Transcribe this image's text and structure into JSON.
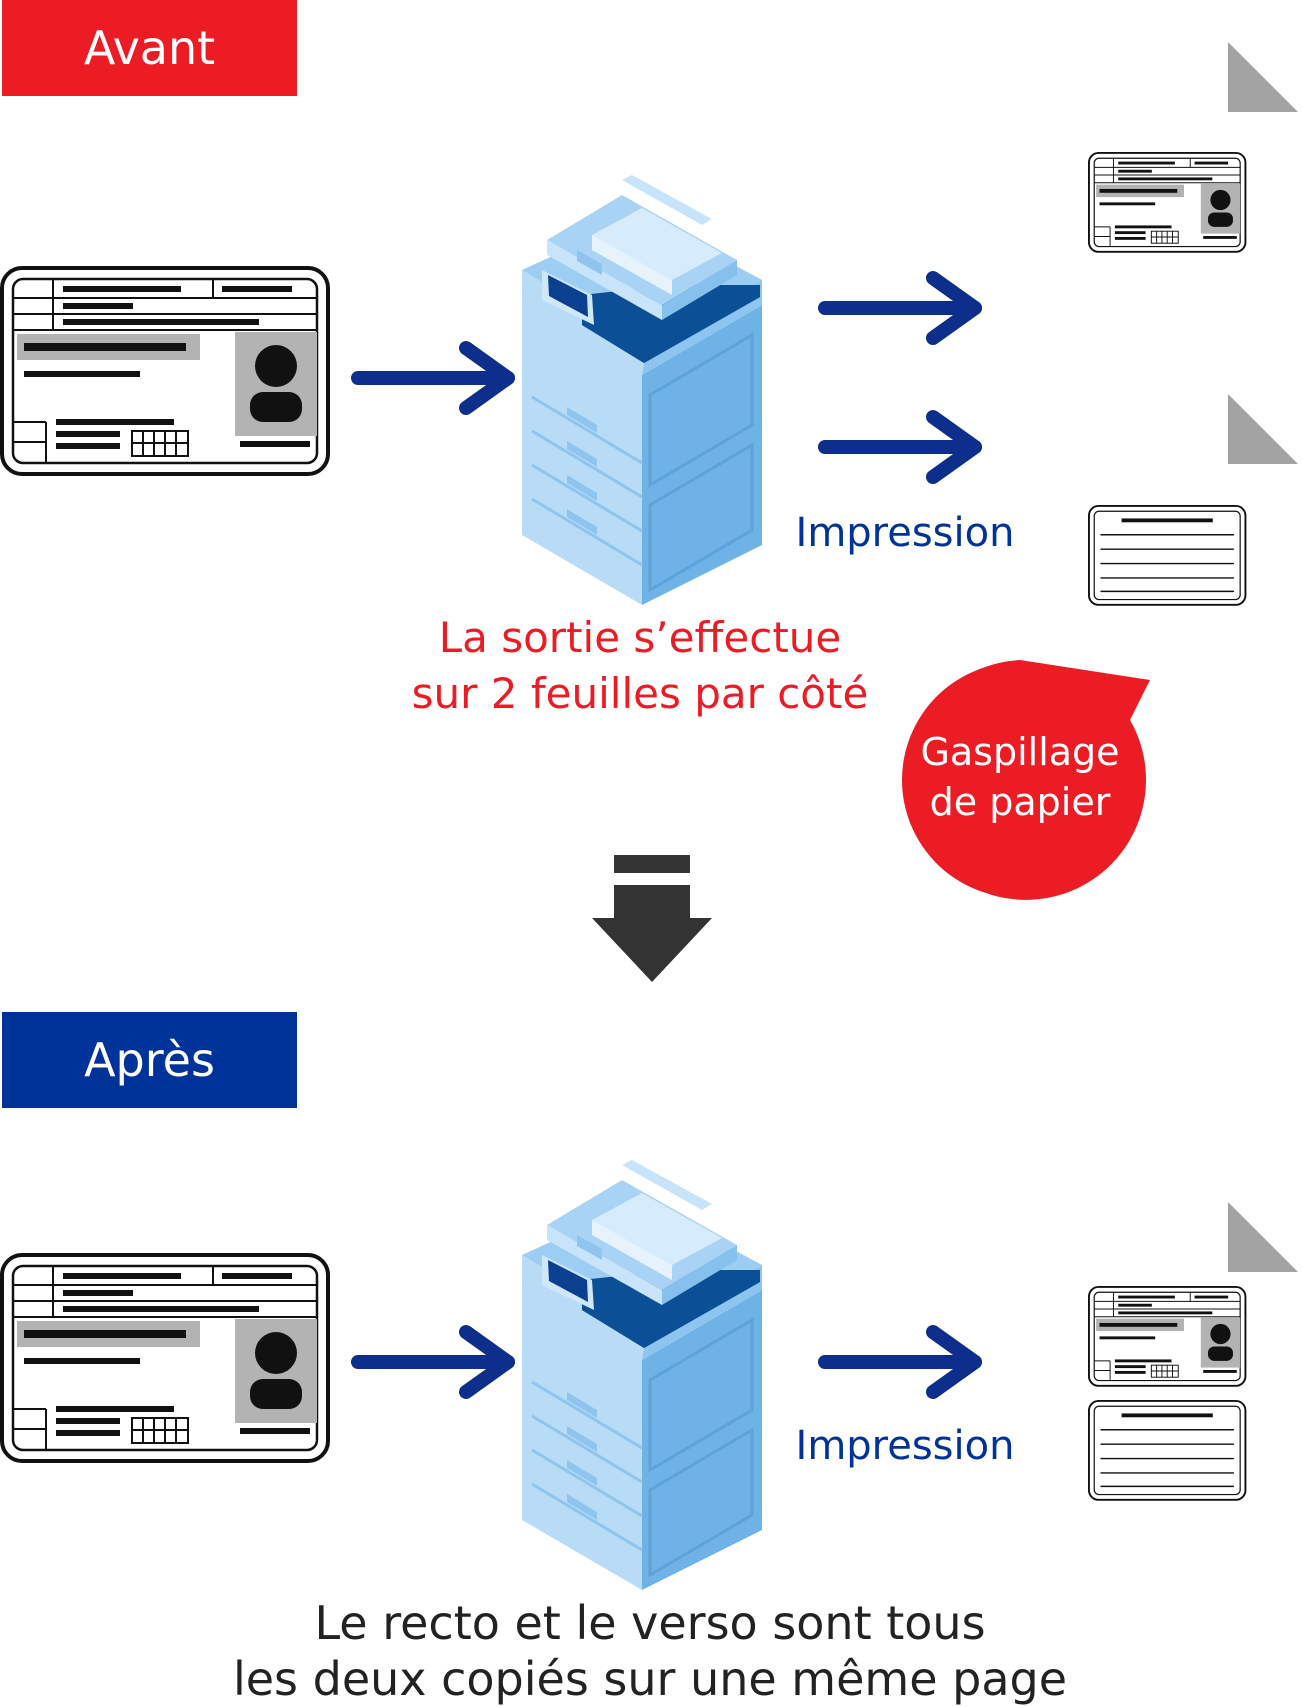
{
  "before": {
    "tag": "Avant",
    "print_label": "Impression",
    "note_line1": "La sortie s’effectue",
    "note_line2": "sur 2 feuilles par côté",
    "bubble_line1": "Gaspillage",
    "bubble_line2": "de papier"
  },
  "after": {
    "tag": "Après",
    "print_label": "Impression",
    "note_line1": "Le recto et le verso sont tous",
    "note_line2": "les deux copiés sur une même page"
  },
  "colors": {
    "red": "#ec1c24",
    "blue": "#003399",
    "dark": "#333333"
  }
}
